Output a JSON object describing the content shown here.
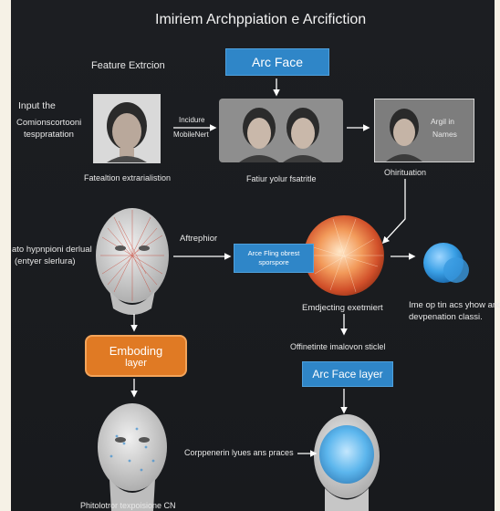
{
  "title": "Imiriem Archppiation e Arcifiction",
  "left_labels": {
    "feature_extraction": "Feature Extrcion",
    "input_line1": "Input the",
    "input_line2": "Comionscortooni",
    "input_line3": "tesppratation",
    "extract_caption": "Fatealtion extrarialistion",
    "hypo_line1": "ato hypnpioni derlual",
    "hypo_line2": "(entyer slerlura)",
    "embedding_line1": "Emboding",
    "embedding_line2": "layer",
    "bottom_caption": "Phitolotror texpoisione CN"
  },
  "center_labels": {
    "arcface_top": "Arc Face",
    "include_line1": "Incidure",
    "include_line2": "MobileNert",
    "face_pair_caption": "Fatiur yolur fsatritle",
    "afterphior": "Aftrephior",
    "arcfing_line1": "Arce Fling obrest",
    "arcfing_line2": "sporspore",
    "emdjecting": "Emdjecting exetmiert",
    "offinetinte": "Offinetinte imalovon sticlel",
    "arcface_layer": "Arc Face layer",
    "corpsnerin": "Corppenerin lyues ans praces"
  },
  "right_labels": {
    "argil_line1": "Argil in",
    "argil_line2": "Names",
    "ohirituation": "Ohirituation",
    "ime_line1": "Ime op tin acs yhow and",
    "ime_line2": "devpenation classi."
  },
  "colors": {
    "panel": "#1c1e22",
    "blue_box": "#2f86c8",
    "orange_box": "#e07a24",
    "arrow": "#ffffff",
    "text": "#e8e8e8"
  }
}
